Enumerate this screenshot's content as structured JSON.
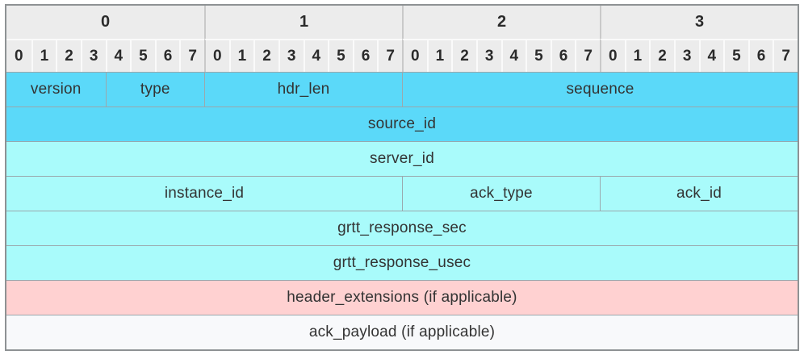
{
  "diagram": {
    "byte_headers": [
      "0",
      "1",
      "2",
      "3"
    ],
    "bit_labels": [
      "0",
      "1",
      "2",
      "3",
      "4",
      "5",
      "6",
      "7"
    ],
    "bits_per_byte": 8,
    "total_bits": 32,
    "rows": [
      {
        "fill": "#5bd9f9",
        "fields": [
          {
            "label": "version",
            "bits": 4
          },
          {
            "label": "type",
            "bits": 4
          },
          {
            "label": "hdr_len",
            "bits": 8
          },
          {
            "label": "sequence",
            "bits": 16
          }
        ]
      },
      {
        "fill": "#5bd9f9",
        "fields": [
          {
            "label": "source_id",
            "bits": 32
          }
        ]
      },
      {
        "fill": "#a9fbfb",
        "fields": [
          {
            "label": "server_id",
            "bits": 32
          }
        ]
      },
      {
        "fill": "#a9fbfb",
        "fields": [
          {
            "label": "instance_id",
            "bits": 16
          },
          {
            "label": "ack_type",
            "bits": 8
          },
          {
            "label": "ack_id",
            "bits": 8
          }
        ]
      },
      {
        "fill": "#a9fbfb",
        "fields": [
          {
            "label": "grtt_response_sec",
            "bits": 32
          }
        ]
      },
      {
        "fill": "#a9fbfb",
        "fields": [
          {
            "label": "grtt_response_usec",
            "bits": 32
          }
        ]
      },
      {
        "fill": "#ffd1d1",
        "fields": [
          {
            "label": "header_extensions (if applicable)",
            "bits": 32
          }
        ]
      },
      {
        "fill": "#f8f9fb",
        "fields": [
          {
            "label": "ack_payload (if applicable)",
            "bits": 32
          }
        ]
      }
    ],
    "colors": {
      "header_bg": "#ececec",
      "cyan_dark": "#5bd9f9",
      "cyan_light": "#a9fbfb",
      "pink": "#ffd1d1",
      "near_white": "#f8f9fb",
      "grid_line": "#9aa8ad",
      "outer_border": "#8e9294"
    }
  }
}
